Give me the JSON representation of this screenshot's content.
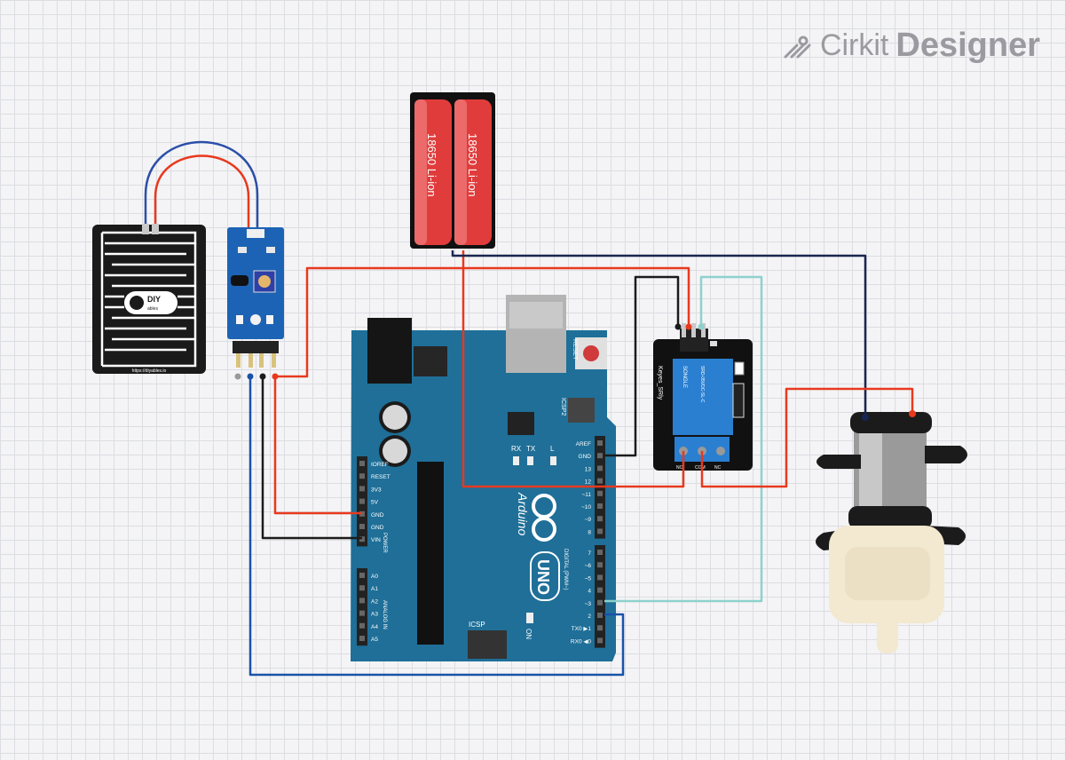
{
  "branding": {
    "name_light": "Cirkit",
    "name_bold": "Designer"
  },
  "battery": {
    "cell_label": "18650 Li-ion"
  },
  "rain_sensor": {
    "logo_text": "DIY",
    "logo_sub": "ables",
    "footer": "https://diyables.io"
  },
  "arduino": {
    "brand": "Arduino",
    "model": "UNO",
    "reset_label": "RESET",
    "icsp2_label": "ICSP2",
    "icsp_label": "ICSP",
    "tx_label": "TX",
    "rx_label": "RX",
    "l_label": "L",
    "on_label": "ON",
    "power_header": "POWER",
    "analog_header": "ANALOG IN",
    "digital_header": "DIGITAL (PWM~)",
    "power_pins": [
      "IOREF",
      "RESET",
      "3V3",
      "5V",
      "GND",
      "GND",
      "VIN"
    ],
    "analog_pins": [
      "A0",
      "A1",
      "A2",
      "A3",
      "A4",
      "A5"
    ],
    "top_digital": [
      "AREF",
      "GND",
      "13",
      "12",
      "~11",
      "~10",
      "~9",
      "8"
    ],
    "bottom_digital": [
      "7",
      "~6",
      "~5",
      "4",
      "~3",
      "2",
      "TX0 ▶1",
      "RX0 ◀0"
    ]
  },
  "relay": {
    "brand": "Keyes_SRly",
    "model": "SONGLE",
    "relay_text": "SRD-05VDC-SL-C",
    "pin_labels": [
      "NO",
      "COM",
      "NC"
    ]
  },
  "colors": {
    "wire_red": "#e8391e",
    "wire_black": "#1b1b1b",
    "wire_blue": "#1a52a8",
    "wire_navy": "#1a2550",
    "wire_teal": "#8ed1cc",
    "board_blue": "#1f6f98",
    "relay_blue": "#2a7fd0"
  }
}
